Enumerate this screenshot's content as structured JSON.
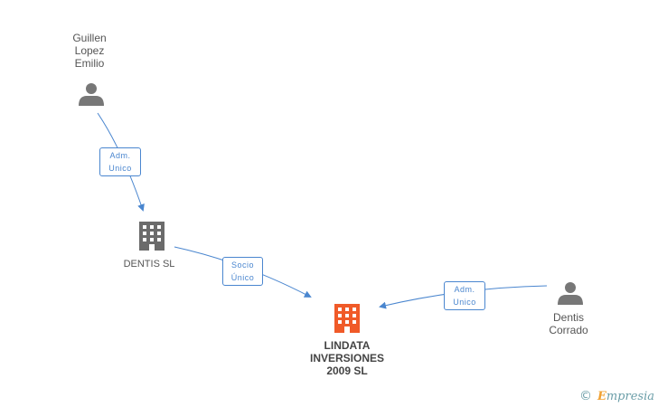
{
  "nodes": {
    "guillen": {
      "lines": [
        "Guillen",
        "Lopez",
        "Emilio"
      ]
    },
    "dentis_sl": {
      "lines": [
        "DENTIS SL"
      ]
    },
    "lindata": {
      "lines": [
        "LINDATA",
        "INVERSIONES",
        "2009 SL"
      ]
    },
    "dentis_corrado": {
      "lines": [
        "Dentis",
        "Corrado"
      ]
    }
  },
  "edges": {
    "guillen_to_dentis": {
      "lines": [
        "Adm.",
        "Unico"
      ]
    },
    "dentis_to_lindata": {
      "lines": [
        "Socio",
        "Único"
      ]
    },
    "corrado_to_lindata": {
      "lines": [
        "Adm.",
        "Unico"
      ]
    }
  },
  "watermark": {
    "copyright": "©",
    "brand_initial": "E",
    "brand_rest": "mpresia"
  },
  "colors": {
    "edge": "#4a86cf",
    "person_icon": "#777777",
    "company_icon": "#6b6b6b",
    "main_company_icon": "#f05a28"
  }
}
